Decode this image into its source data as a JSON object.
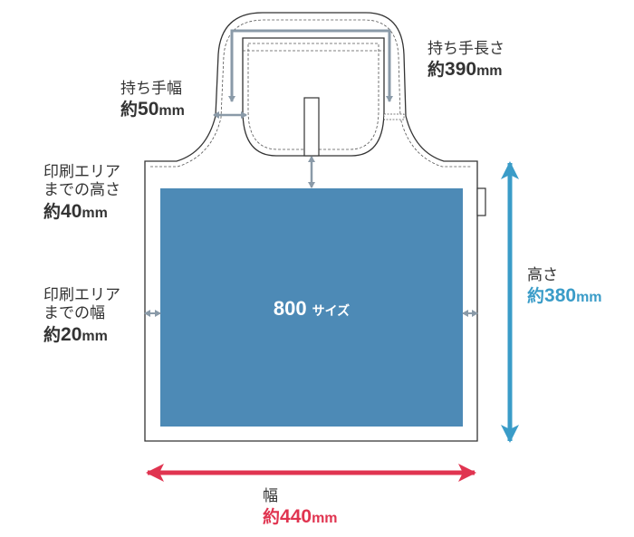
{
  "print_area": {
    "label_number": "800",
    "label_suffix": "サイズ",
    "color": "#4d8ab6"
  },
  "handle_width": {
    "label": "持ち手幅",
    "prefix": "約",
    "value": "50",
    "unit": "mm"
  },
  "handle_length": {
    "label": "持ち手長さ",
    "prefix": "約",
    "value": "390",
    "unit": "mm"
  },
  "print_top_margin": {
    "label_line1": "印刷エリア",
    "label_line2": "までの高さ",
    "prefix": "約",
    "value": "40",
    "unit": "mm"
  },
  "print_side_margin": {
    "label_line1": "印刷エリア",
    "label_line2": "までの幅",
    "prefix": "約",
    "value": "20",
    "unit": "mm"
  },
  "height": {
    "label": "高さ",
    "prefix": "約",
    "value": "380",
    "unit": "mm",
    "color": "#3a9cc8"
  },
  "width": {
    "label": "幅",
    "prefix": "約",
    "value": "440",
    "unit": "mm",
    "color": "#e03450"
  },
  "colors": {
    "outline": "#333333",
    "stitch": "#555555",
    "dimension_gray": "#8a9aa8"
  }
}
